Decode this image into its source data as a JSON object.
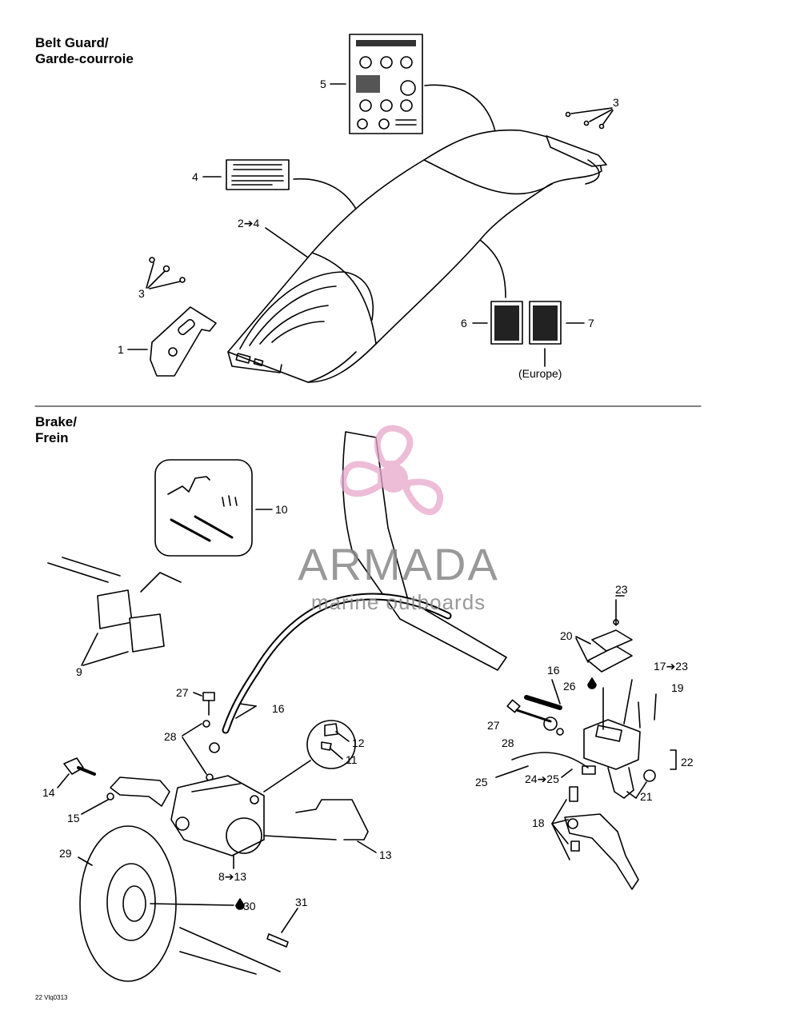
{
  "sections": {
    "belt_guard": {
      "title_line1": "Belt Guard/",
      "title_line2": "Garde-courroie"
    },
    "brake": {
      "title_line1": "Brake/",
      "title_line2": "Frein"
    }
  },
  "callouts": {
    "belt": {
      "c1": "1",
      "c2": "2➔4",
      "c3a": "3",
      "c3b": "3",
      "c4": "4",
      "c5": "5",
      "c6": "6",
      "c7": "7",
      "europe": "(Europe)"
    },
    "brake": {
      "c8": "8➔13",
      "c9": "9",
      "c10": "10",
      "c11": "11",
      "c12": "12",
      "c13": "13",
      "c14": "14",
      "c15": "15",
      "c16a": "16",
      "c16b": "16",
      "c17": "17➔23",
      "c18": "18",
      "c19": "19",
      "c20": "20",
      "c21": "21",
      "c22": "22",
      "c23": "23",
      "c24": "24➔25",
      "c25": "25",
      "c26": "26",
      "c27a": "27",
      "c27b": "27",
      "c28a": "28",
      "c28b": "28",
      "c29": "29",
      "c30": "30",
      "c31": "31"
    }
  },
  "watermark": {
    "name": "ARMADA",
    "subtitle": "marine outboards",
    "color": "#e8a8cc",
    "text_color": "#888888"
  },
  "footer": {
    "reference": "22 Vlq0313"
  }
}
